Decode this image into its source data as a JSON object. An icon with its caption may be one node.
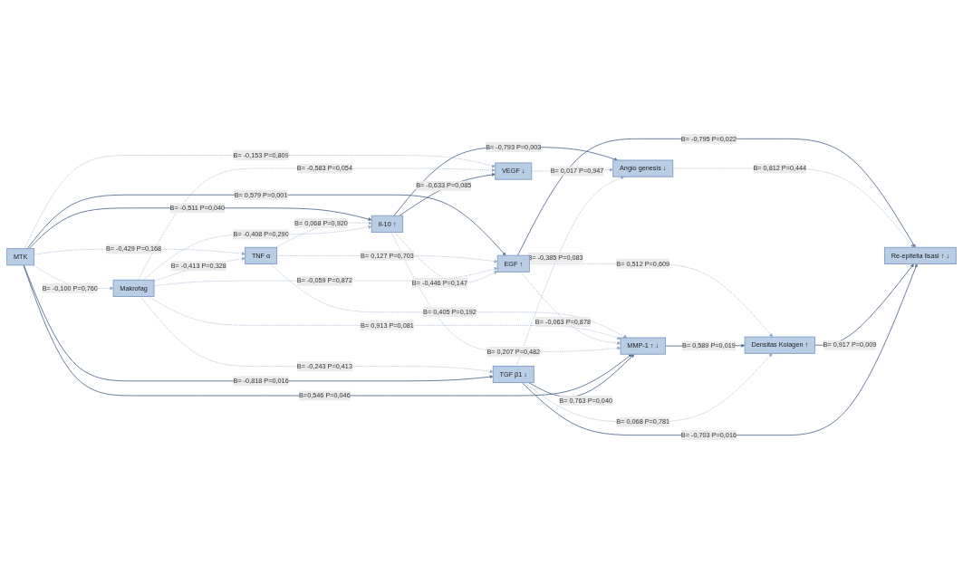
{
  "diagram": {
    "nodes": [
      {
        "text": [
          "MTK"
        ]
      },
      {
        "text": [
          "Makrofag"
        ]
      },
      {
        "text": [
          "TNF α"
        ]
      },
      {
        "text": [
          "EGF ↑"
        ]
      },
      {
        "text": [
          "VEGF ↓"
        ]
      },
      {
        "text": [
          "Il-10 ↑"
        ]
      },
      {
        "text": [
          "MMP-1 ↑ ↓"
        ]
      },
      {
        "text": [
          "Angio genesis ↓"
        ]
      },
      {
        "text": [
          "Densitas Kolagen ↑"
        ]
      },
      {
        "text": [
          "Re-epitelia lisasi ↑ ↓"
        ]
      },
      {
        "text": [
          "TGF β1 ↓"
        ]
      }
    ],
    "edges": [
      {
        "from": 0,
        "to": 1,
        "arrow": "to",
        "label": "B= -0,100 P=0,760",
        "style": "dashed"
      },
      {
        "from": 0,
        "to": 2,
        "arrow": "to",
        "label": "B= -0,429 P=0,168",
        "style": "dashed"
      },
      {
        "from": 1,
        "to": 2,
        "arrow": "to",
        "label": "B= -0,413 P=0,328",
        "style": "dashed"
      },
      {
        "from": 0,
        "to": 3,
        "arrow": "to",
        "label": "B= 0,579 P=0,001"
      },
      {
        "from": 0,
        "to": 4,
        "arrow": "to",
        "label": "B= -0,153 P=0,809",
        "style": "dashed"
      },
      {
        "from": 0,
        "to": 5,
        "arrow": "to",
        "label": "B= -0,511 P=0,040"
      },
      {
        "from": 2,
        "to": 3,
        "arrow": "to",
        "label": "B= 0,127 P=0,703",
        "style": "dashed"
      },
      {
        "from": 2,
        "to": 5,
        "arrow": "to",
        "label": "B= 0,068 P=0,920",
        "style": "dashed"
      },
      {
        "from": 2,
        "to": 6,
        "arrow": "to",
        "label": "B= 0,405 P=0,192",
        "style": "dashed"
      },
      {
        "from": 1,
        "to": 3,
        "arrow": "to",
        "label": "B= -0,059 P=0,872",
        "style": "dashed"
      },
      {
        "from": 1,
        "to": 4,
        "arrow": "to",
        "label": "B= -0,583 P=0,054",
        "style": "dashed"
      },
      {
        "from": 1,
        "to": 5,
        "arrow": "to",
        "label": "B= -0,408 P=0,290",
        "style": "dashed"
      },
      {
        "from": 1,
        "to": 6,
        "arrow": "to",
        "label": "B= 0,913 P=0,081",
        "style": "dashed"
      },
      {
        "from": 1,
        "to": 10,
        "arrow": "to",
        "label": "B= -0,243 P=0,413",
        "style": "dashed"
      },
      {
        "from": 5,
        "to": 3,
        "arrow": "to",
        "label": "B= -0,446 P=0,147",
        "style": "dashed"
      },
      {
        "from": 3,
        "to": 6,
        "arrow": "to",
        "label": "B= -0,063 P=0,878",
        "style": "dashed"
      },
      {
        "from": 3,
        "to": 8,
        "arrow": "to",
        "label": "B= 0,512 P=0,609",
        "style": "dashed"
      },
      {
        "from": 3,
        "to": 9,
        "arrow": "to",
        "label": "B= -0,795 P=0,022"
      },
      {
        "from": 5,
        "to": 4,
        "arrow": "to",
        "label": "B= -0,633 P=0,085"
      },
      {
        "from": 5,
        "to": 7,
        "arrow": "to",
        "label": "B= -0,793 P=0,003"
      },
      {
        "from": 5,
        "to": 6,
        "arrow": "to",
        "label": "B= 0,207 P=0,482",
        "style": "dashed"
      },
      {
        "from": 4,
        "to": 7,
        "arrow": "to",
        "label": "B= 0,017 P=0,947",
        "style": "dashed"
      },
      {
        "from": 7,
        "to": 9,
        "arrow": "to",
        "label": "B= 0,812 P=0,444",
        "style": "dashed"
      },
      {
        "from": 0,
        "to": 6,
        "arrow": "to",
        "label": "B=0,546 P=0,046"
      },
      {
        "from": 6,
        "to": 8,
        "arrow": "to",
        "label": "B= 0,589 P=0,019"
      },
      {
        "from": 10,
        "to": 6,
        "arrow": "to",
        "label": "B= 0,763 P=0,040"
      },
      {
        "from": 10,
        "to": 7,
        "arrow": "to",
        "label": "B= -0,385 P=0,083",
        "style": "dashed"
      },
      {
        "from": 10,
        "to": 8,
        "arrow": "to",
        "label": "B= 0,068 P=0,781",
        "style": "dashed"
      },
      {
        "from": 0,
        "to": 10,
        "arrow": "to",
        "label": "B= -0,818 P=0,016"
      },
      {
        "from": 8,
        "to": 9,
        "arrow": "to",
        "label": "B= 0,917 P=0,009"
      },
      {
        "from": 10,
        "to": 9,
        "arrow": "to",
        "label": "B= -0,703 P=0,016"
      }
    ]
  }
}
